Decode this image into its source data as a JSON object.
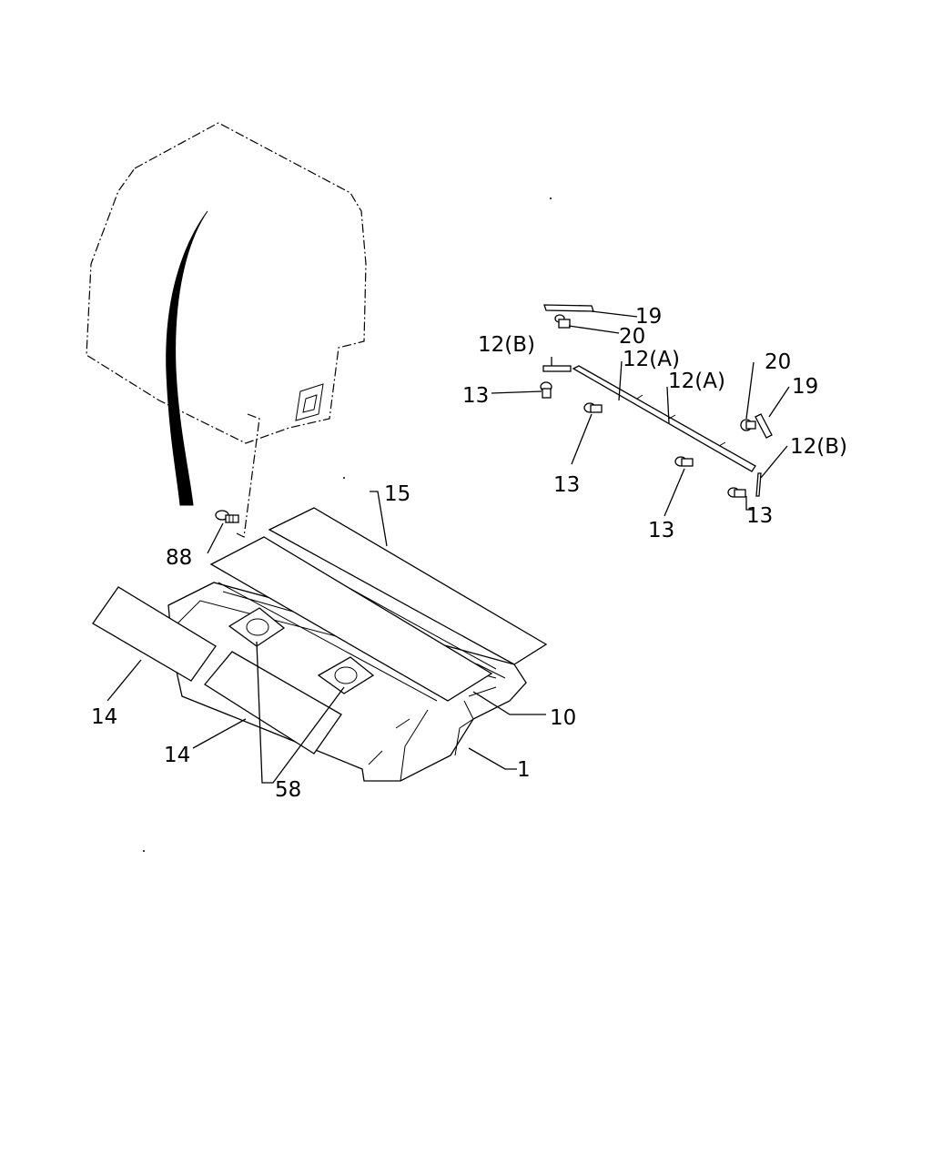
{
  "diagram": {
    "labels": {
      "p1": "1",
      "p10": "10",
      "p12a_1": "12(A)",
      "p12a_2": "12(A)",
      "p12b_1": "12(B)",
      "p12b_2": "12(B)",
      "p13_1": "13",
      "p13_2": "13",
      "p13_3": "13",
      "p13_4": "13",
      "p14_1": "14",
      "p14_2": "14",
      "p15": "15",
      "p19_1": "19",
      "p19_2": "19",
      "p20_1": "20",
      "p20_2": "20",
      "p58": "58",
      "p88": "88"
    }
  }
}
